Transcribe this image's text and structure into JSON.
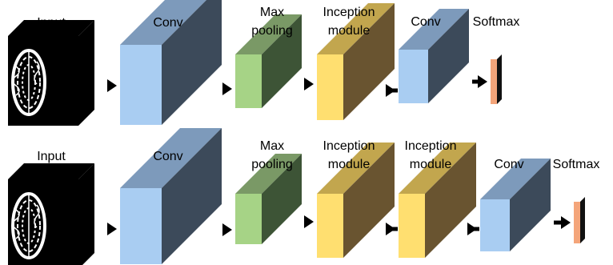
{
  "colors": {
    "conv": {
      "front": "#a9cdf2",
      "top": "#7d9abb",
      "side": "#3c4a5a"
    },
    "pool": {
      "front": "#a6d386",
      "top": "#7a9966",
      "side": "#3d5436"
    },
    "inception": {
      "front": "#ffdf70",
      "top": "#c2a64e",
      "side": "#695430"
    },
    "softmax": {
      "front": "#f4a57a",
      "side": "#111111"
    },
    "arrow": "#000000",
    "input": "#000000",
    "brain": "#ffffff"
  },
  "rows": [
    {
      "id": "top",
      "labels": {
        "input": [
          "Input"
        ],
        "conv1": [
          "Conv"
        ],
        "pool": [
          "Max",
          "pooling"
        ],
        "inception1": [
          "Inception",
          "module"
        ],
        "conv2": [
          "Conv"
        ],
        "softmax": [
          "Softmax"
        ]
      }
    },
    {
      "id": "bottom",
      "labels": {
        "input": [
          "Input"
        ],
        "conv1": [
          "Conv"
        ],
        "pool": [
          "Max",
          "pooling"
        ],
        "inception1": [
          "Inception",
          "module"
        ],
        "inception2": [
          "Inception",
          "module"
        ],
        "conv2": [
          "Conv"
        ],
        "softmax": [
          "Softmax"
        ]
      }
    }
  ]
}
